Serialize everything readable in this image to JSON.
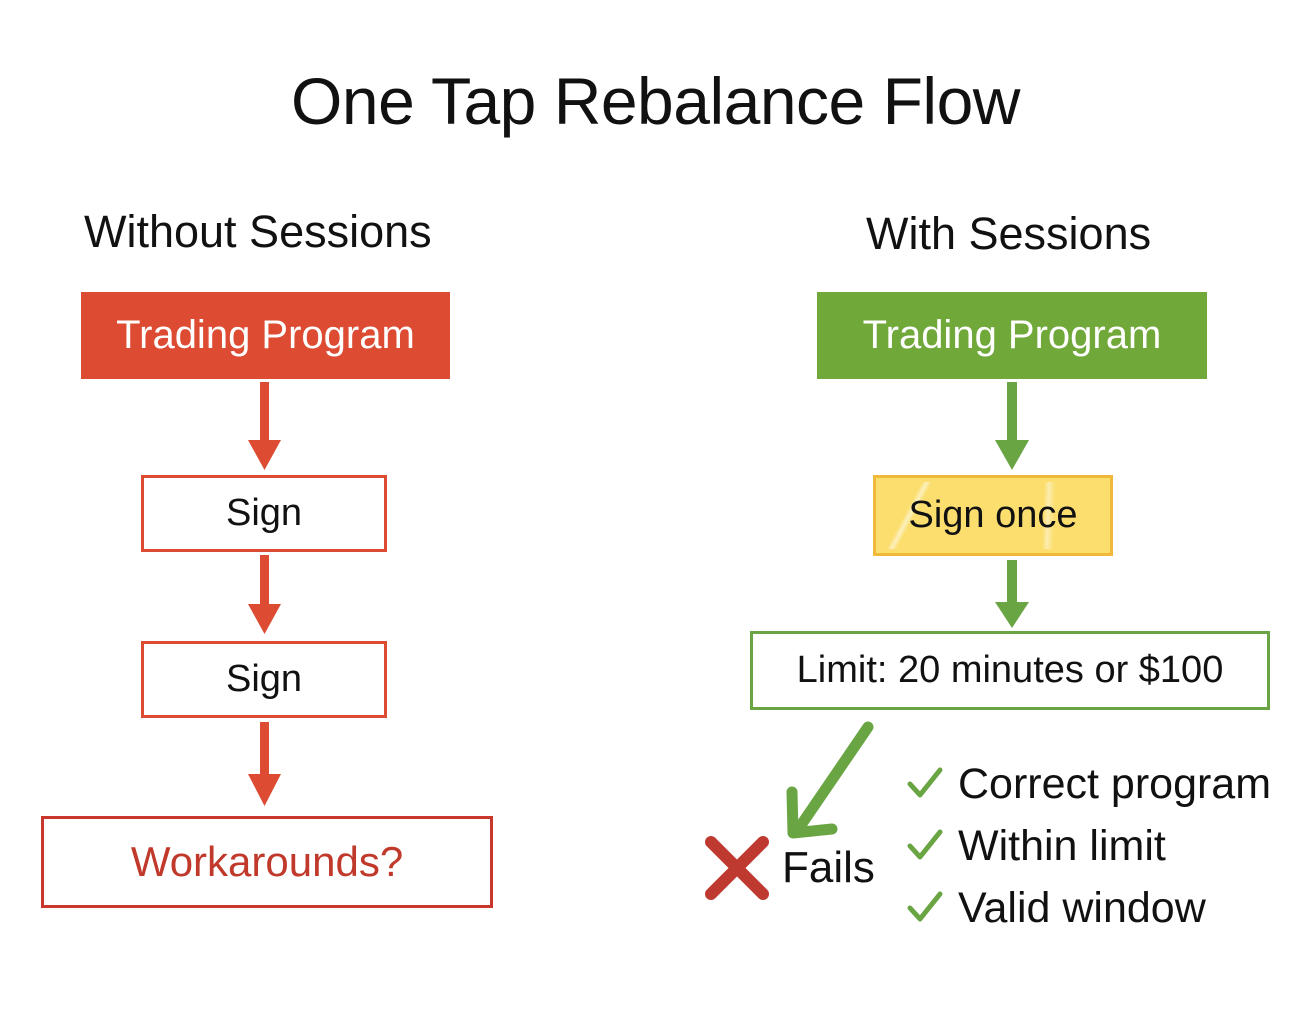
{
  "title": "One Tap Rebalance Flow",
  "colors": {
    "red_fill": "#DC4B32",
    "red_stroke": "#DD4B33",
    "red_text": "#C0392B",
    "green_fill": "#70A83A",
    "green_stroke": "#6AA544",
    "yellow_fill": "#FBDE6E",
    "yellow_stroke": "#F0B93A",
    "x_red": "#BE3A30",
    "text": "#111111"
  },
  "columns": {
    "left": {
      "header": "Without Sessions",
      "nodes": [
        {
          "label": "Trading Program",
          "style": "filled-red"
        },
        {
          "label": "Sign",
          "style": "outlined-red"
        },
        {
          "label": "Sign",
          "style": "outlined-red"
        },
        {
          "label": "Workarounds?",
          "style": "outlined-red-text"
        }
      ]
    },
    "right": {
      "header": "With Sessions",
      "nodes": [
        {
          "label": "Trading Program",
          "style": "filled-green"
        },
        {
          "label": "Sign once",
          "style": "sticky-yellow"
        },
        {
          "label": "Limit: 20 minutes or $100",
          "style": "outlined-green"
        }
      ],
      "failure": {
        "icon": "x-mark-icon",
        "label": "Fails"
      },
      "checklist": [
        {
          "icon": "check-icon",
          "label": "Correct program"
        },
        {
          "icon": "check-icon",
          "label": "Within limit"
        },
        {
          "icon": "check-icon",
          "label": "Valid window"
        }
      ]
    }
  }
}
